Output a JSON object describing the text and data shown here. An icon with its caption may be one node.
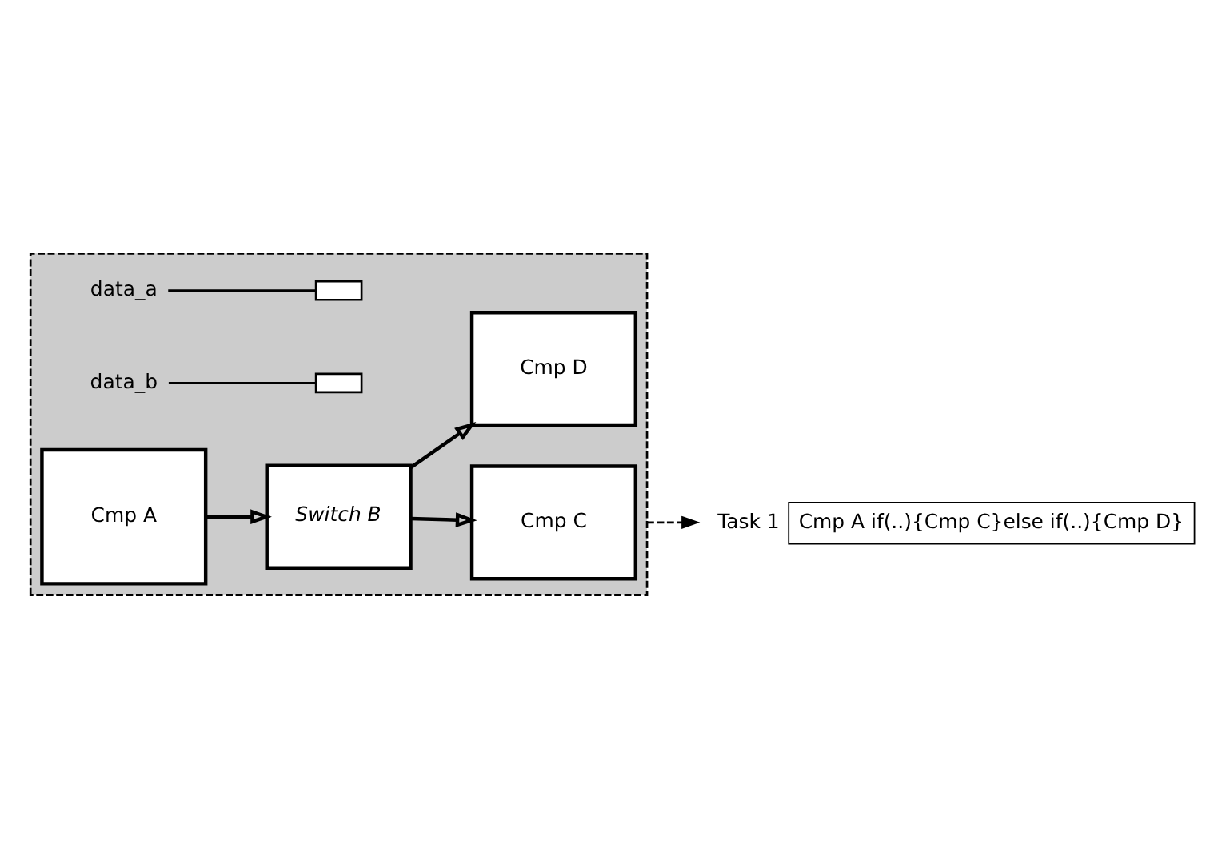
{
  "diagram": {
    "nodes": [
      {
        "text": [],
        "shape": "box"
      },
      {
        "text": [
          "Cmp C"
        ],
        "in": 0
      },
      {
        "text": [
          "data_a"
        ],
        "in": 0
      },
      {
        "text": [
          "data_b"
        ],
        "in": 0
      },
      {
        "text": [],
        "shape": "box",
        "in": 0
      },
      {
        "text": [],
        "shape": "box",
        "in": 0
      },
      {
        "text": [
          "Cmp A"
        ],
        "in": 0
      },
      {
        "text": [
          "Switch B"
        ],
        "in": 0
      },
      {
        "text": [
          "Cmp D"
        ],
        "in": 0
      },
      {
        "text": [
          "Cmp A if(..){Cmp C}else if(..){Cmp D}"
        ],
        "beside": [
          "Task 1"
        ]
      }
    ],
    "edges": [
      {
        "from": 6,
        "to": 7,
        "arrow": "to"
      },
      {
        "from": 7,
        "to": 1,
        "arrow": "to"
      },
      {
        "from": 7,
        "to": 8,
        "arrow": "to"
      },
      {
        "from": 2,
        "to": 4,
        "arrow": "none"
      },
      {
        "from": 3,
        "to": 5,
        "arrow": "none"
      },
      {
        "from": 0,
        "to": 9,
        "arrow": "to",
        "style": "dashed"
      }
    ]
  }
}
